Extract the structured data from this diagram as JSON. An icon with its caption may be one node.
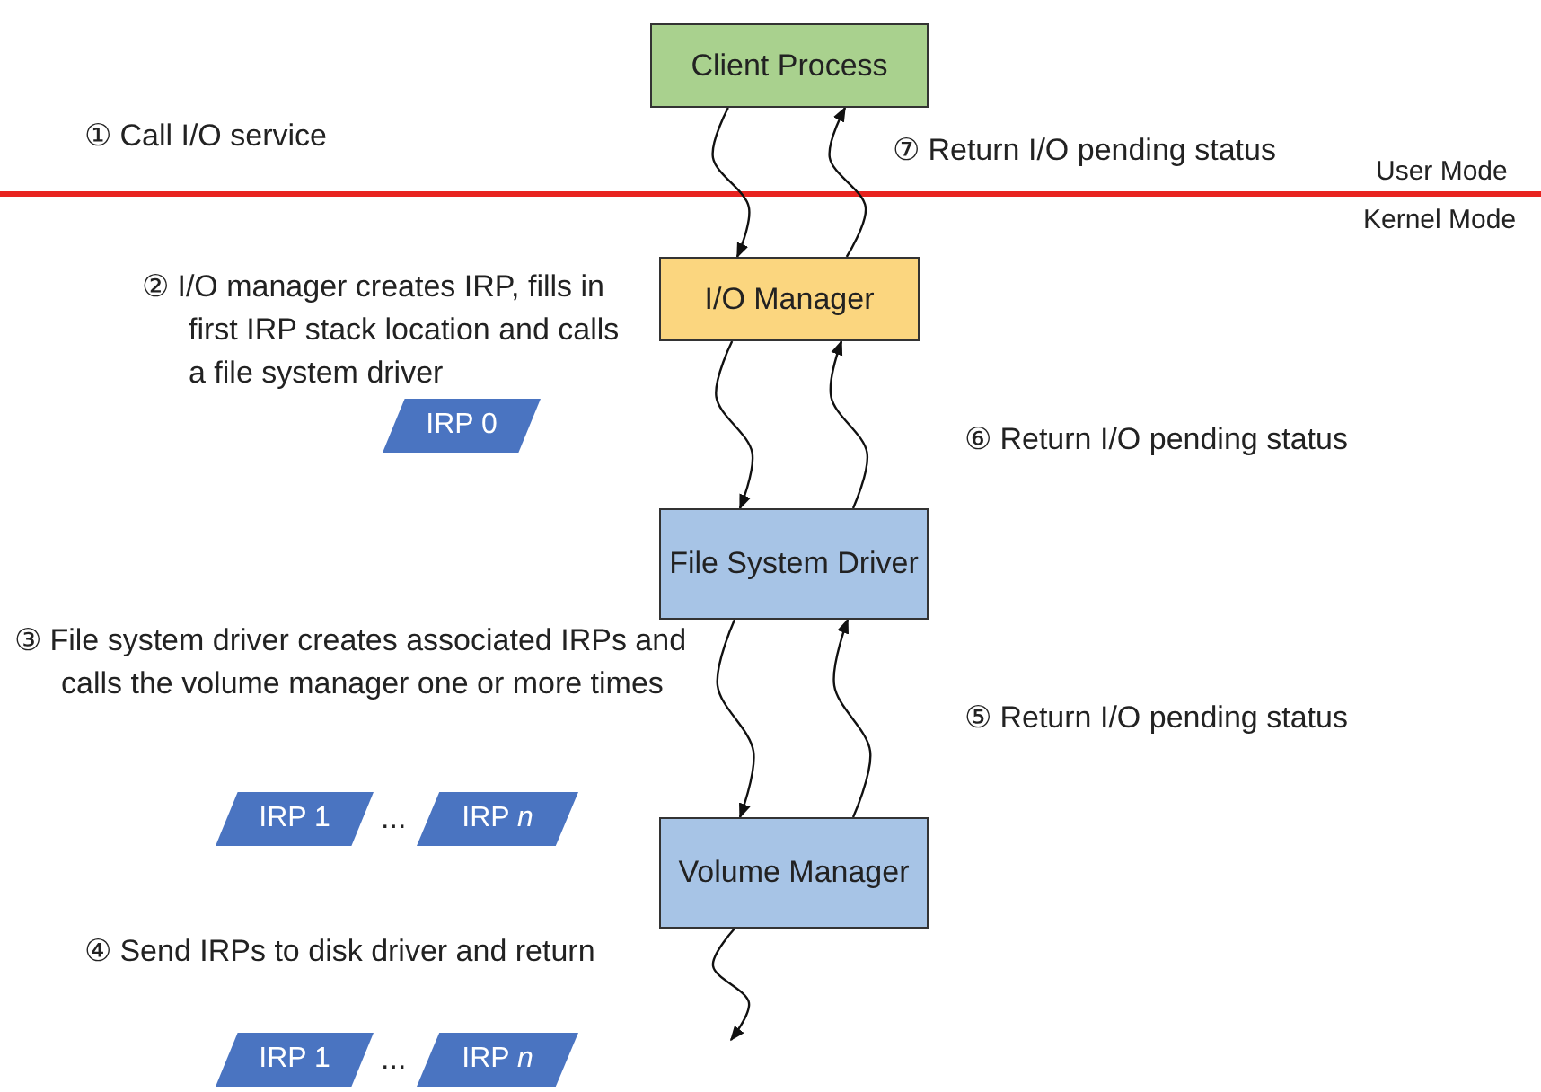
{
  "diagram": {
    "nodes": [
      {
        "text": [
          "Client Process"
        ]
      },
      {
        "text": [
          "I/O Manager"
        ]
      },
      {
        "text": [
          "File System Driver"
        ]
      },
      {
        "text": [
          "Volume Manager"
        ]
      },
      {
        "text": [
          "IRP 0"
        ]
      },
      {
        "text": [
          "IRP 1"
        ]
      },
      {
        "text": [
          "IRP *n*"
        ]
      },
      {
        "text": [
          "IRP 1"
        ]
      },
      {
        "text": [
          "IRP *n*"
        ]
      }
    ],
    "edges": [
      {
        "from": 0,
        "to": 1,
        "arrow": "to"
      },
      {
        "from": 1,
        "to": 0,
        "arrow": "to"
      },
      {
        "from": 1,
        "to": 2,
        "arrow": "to"
      },
      {
        "from": 2,
        "to": 1,
        "arrow": "to"
      },
      {
        "from": 2,
        "to": 3,
        "arrow": "to"
      },
      {
        "from": 3,
        "to": 2,
        "arrow": "to"
      },
      {
        "from": 3,
        "to": null,
        "arrow": "to"
      }
    ],
    "labels": [
      "① Call I/O service",
      "⑦ Return I/O pending status",
      "User Mode",
      "Kernel Mode",
      "② I/O manager creates IRP, fills in first IRP stack location and calls a file system driver",
      "⑥ Return I/O pending status",
      "③ File system driver creates associated IRPs and calls the volume manager one or more times",
      "⑤ Return I/O pending status",
      "...",
      "④ Send IRPs to disk driver and return",
      "..."
    ]
  }
}
